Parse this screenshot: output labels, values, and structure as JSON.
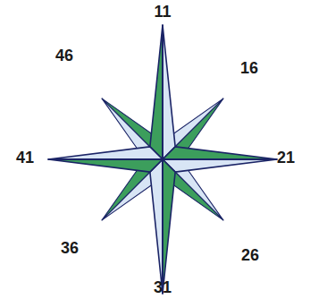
{
  "diagram": {
    "labels": [
      "11",
      "16",
      "21",
      "26",
      "31",
      "36",
      "41",
      "46"
    ]
  }
}
